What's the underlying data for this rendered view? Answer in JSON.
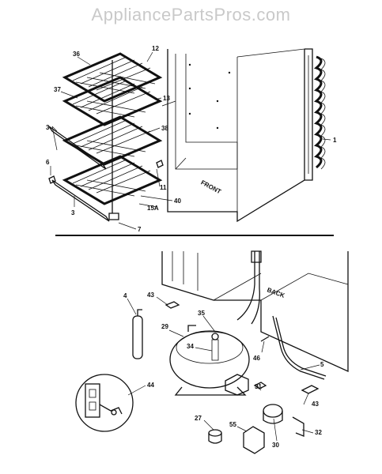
{
  "watermark": "AppliancePartsPros.com",
  "upper_labels": {
    "front": "FRONT",
    "p36": "36",
    "p12": "12",
    "p37": "37",
    "p13": "13",
    "p38": "38",
    "p3a": "3",
    "p1": "1",
    "p6": "6",
    "p11": "11",
    "p40": "40",
    "p15a": "15A",
    "p3b": "3",
    "p7": "7"
  },
  "lower_labels": {
    "back": "BACK",
    "p4": "4",
    "p43a": "43",
    "p35": "35",
    "p29": "29",
    "p34": "34",
    "p46": "46",
    "p5": "5",
    "p44": "44",
    "p31": "31",
    "p43b": "43",
    "p27": "27",
    "p55": "55",
    "p30": "30",
    "p32": "32"
  }
}
